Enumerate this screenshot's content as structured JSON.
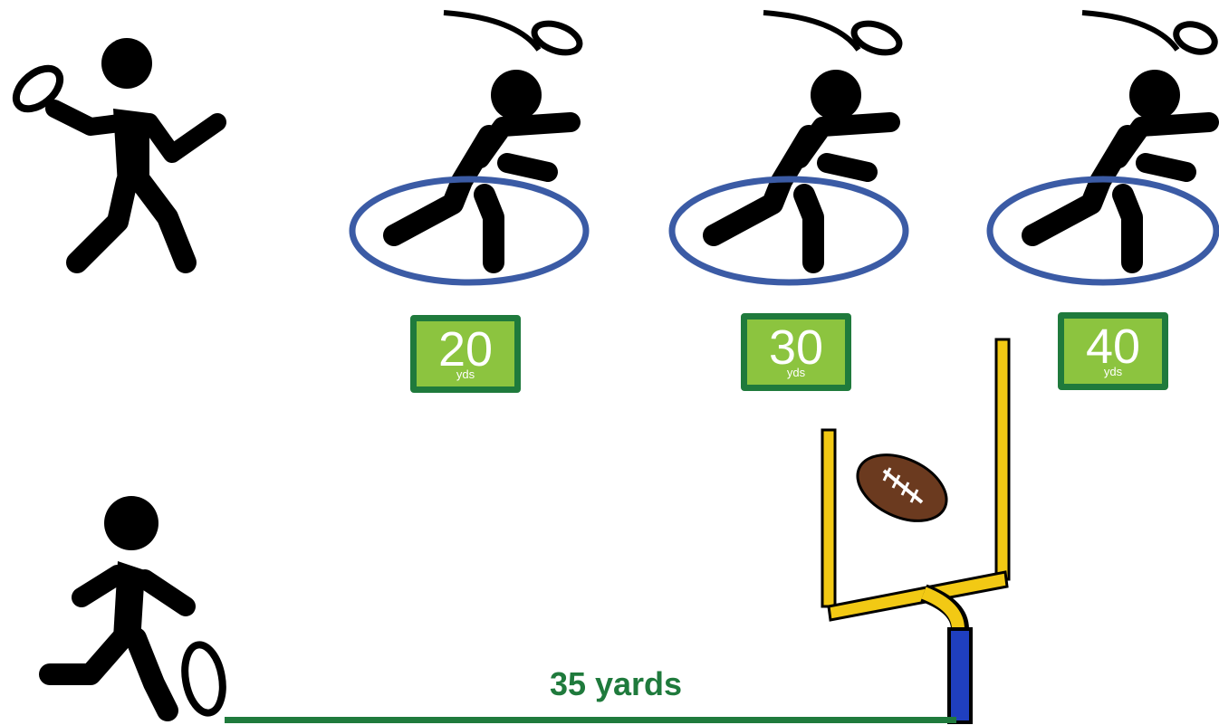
{
  "receivers": [
    {
      "yards": "20",
      "unit": "yds"
    },
    {
      "yards": "30",
      "unit": "yds"
    },
    {
      "yards": "40",
      "unit": "yds"
    }
  ],
  "kick": {
    "distance_label": "35 yards"
  },
  "colors": {
    "figure": "#000000",
    "circle": "#3b5ba5",
    "sign_fill": "#8cc43f",
    "sign_border": "#1f7a3c",
    "label": "#1f7a3c",
    "goalpost": "#f2c914",
    "goalpost_base": "#1f3fbf",
    "football": "#6b3a1f"
  }
}
